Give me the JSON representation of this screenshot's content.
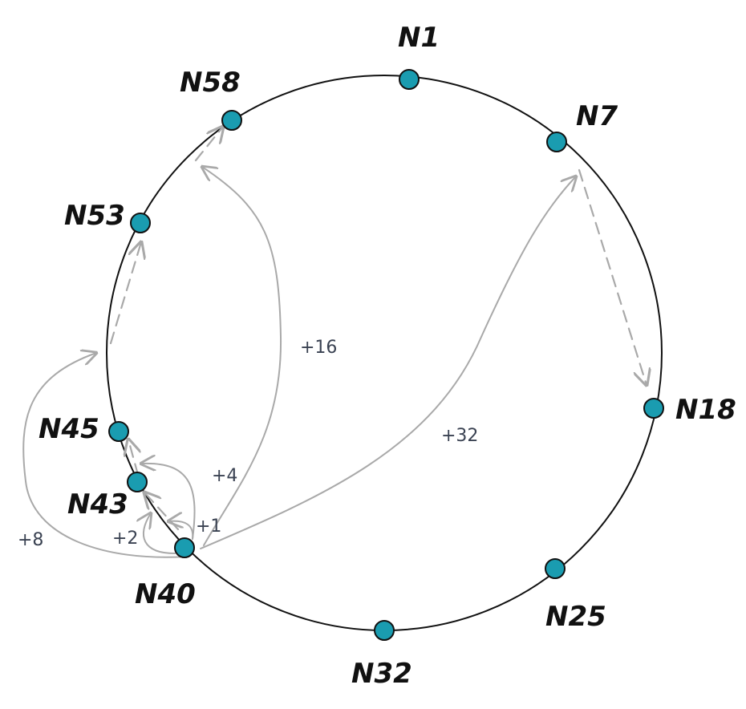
{
  "diagram": {
    "ring_color": "#111111",
    "node_color": "#1a9cb0",
    "finger_color": "#a9a9a9",
    "nodes": [
      {
        "id": "N1",
        "label": "N1"
      },
      {
        "id": "N7",
        "label": "N7"
      },
      {
        "id": "N18",
        "label": "N18"
      },
      {
        "id": "N25",
        "label": "N25"
      },
      {
        "id": "N32",
        "label": "N32"
      },
      {
        "id": "N40",
        "label": "N40"
      },
      {
        "id": "N43",
        "label": "N43"
      },
      {
        "id": "N45",
        "label": "N45"
      },
      {
        "id": "N53",
        "label": "N53"
      },
      {
        "id": "N58",
        "label": "N58"
      }
    ],
    "finger_labels": {
      "plus1": "+1",
      "plus2": "+2",
      "plus4": "+4",
      "plus8": "+8",
      "plus16": "+16",
      "plus32": "+32"
    }
  }
}
